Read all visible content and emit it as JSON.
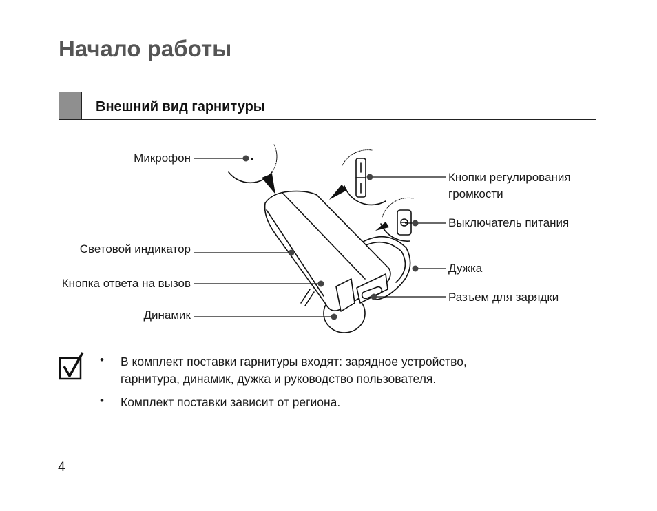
{
  "page": {
    "title": "Начало работы",
    "section_title": "Внешний вид гарнитуры",
    "page_number": "4"
  },
  "diagram": {
    "labels": {
      "microphone": "Микрофон",
      "volume_line1": "Кнопки регулирования",
      "volume_line2": "громкости",
      "power": "Выключатель питания",
      "indicator": "Световой индикатор",
      "ear_hook": "Дужка",
      "answer_button": "Кнопка ответа на вызов",
      "charging_port": "Разъем для зарядки",
      "speaker": "Динамик"
    }
  },
  "notes": {
    "icon": "checkmark-box-icon",
    "items": [
      {
        "line1": "В комплект поставки гарнитуры входят: зарядное устройство,",
        "line2": "гарнитура, динамик, дужка и руководство пользователя."
      },
      {
        "line1": "Комплект поставки зависит от региона."
      }
    ],
    "bullet": "•"
  }
}
